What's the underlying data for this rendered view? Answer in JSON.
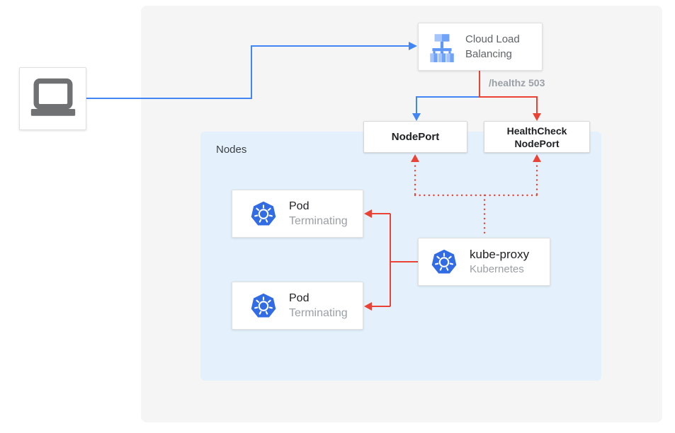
{
  "diagram": {
    "nodes_panel": {
      "label": "Nodes"
    },
    "client": {
      "icon": "laptop-icon"
    },
    "cloud_load_balancing": {
      "label": "Cloud Load Balancing",
      "icon": "cloud-load-balancing-icon",
      "health_check_label": "/healthz 503"
    },
    "nodeport": {
      "label": "NodePort"
    },
    "healthcheck_nodeport": {
      "label": "HealthCheck NodePort"
    },
    "kube_proxy": {
      "title": "kube-proxy",
      "subtitle": "Kubernetes",
      "icon": "kubernetes-icon"
    },
    "pods": [
      {
        "title": "Pod",
        "status": "Terminating",
        "icon": "kubernetes-icon"
      },
      {
        "title": "Pod",
        "status": "Terminating",
        "icon": "kubernetes-icon"
      }
    ],
    "colors": {
      "traffic_blue": "#4285f4",
      "healthcheck_red": "#ea4335",
      "kubernetes_blue": "#326ce5",
      "nodes_panel_bg": "#e4f1fc",
      "outer_panel_bg": "#f5f5f6",
      "primary_text": "#202124",
      "secondary_text": "#9aa0a6",
      "clb_text": "#5f6368"
    }
  }
}
